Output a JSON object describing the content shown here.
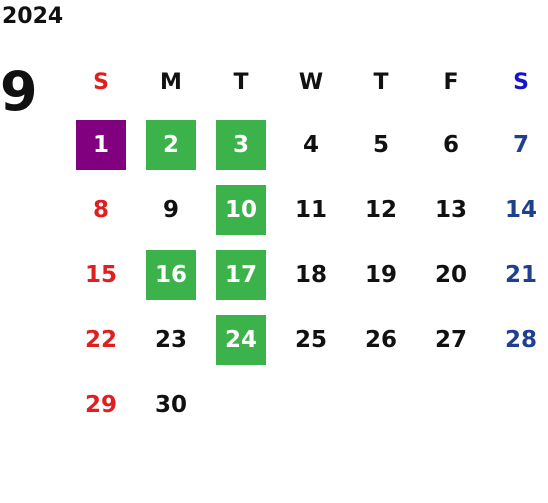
{
  "calendar": {
    "year": "2024",
    "month": "9",
    "weekdays": [
      "S",
      "M",
      "T",
      "W",
      "T",
      "F",
      "S"
    ],
    "colors": {
      "sunday": "#e02020",
      "saturday_header": "#1515c8",
      "saturday_day": "#1f3f8f",
      "weekday": "#111111",
      "highlight_purple": "#800080",
      "highlight_green": "#3cb24a",
      "highlight_text": "#ffffff"
    },
    "weeks": [
      [
        {
          "label": "1",
          "highlight": "purple"
        },
        {
          "label": "2",
          "highlight": "green"
        },
        {
          "label": "3",
          "highlight": "green"
        },
        {
          "label": "4"
        },
        {
          "label": "5"
        },
        {
          "label": "6"
        },
        {
          "label": "7"
        }
      ],
      [
        {
          "label": "8"
        },
        {
          "label": "9"
        },
        {
          "label": "10",
          "highlight": "green"
        },
        {
          "label": "11"
        },
        {
          "label": "12"
        },
        {
          "label": "13"
        },
        {
          "label": "14"
        }
      ],
      [
        {
          "label": "15"
        },
        {
          "label": "16",
          "highlight": "green"
        },
        {
          "label": "17",
          "highlight": "green"
        },
        {
          "label": "18"
        },
        {
          "label": "19"
        },
        {
          "label": "20"
        },
        {
          "label": "21"
        }
      ],
      [
        {
          "label": "22"
        },
        {
          "label": "23"
        },
        {
          "label": "24",
          "highlight": "green"
        },
        {
          "label": "25"
        },
        {
          "label": "26"
        },
        {
          "label": "27"
        },
        {
          "label": "28"
        }
      ],
      [
        {
          "label": "29"
        },
        {
          "label": "30"
        }
      ]
    ]
  }
}
